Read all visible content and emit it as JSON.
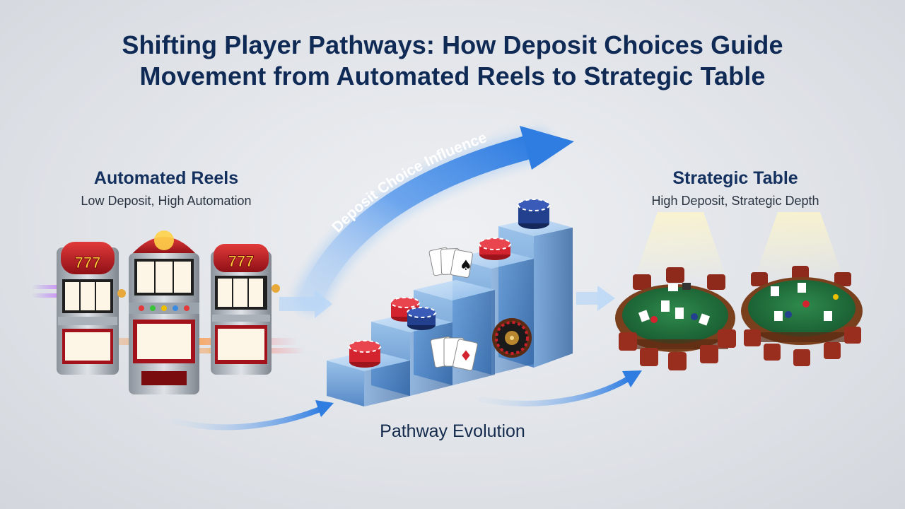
{
  "title": {
    "line1": "Shifting Player Pathways: How Deposit Choices Guide",
    "line2": "Movement from Automated Reels to Strategic Table"
  },
  "left": {
    "heading": "Automated Reels",
    "subheading": "Low Deposit, High Automation"
  },
  "right": {
    "heading": "Strategic Table",
    "subheading": "High Deposit, Strategic Depth"
  },
  "arrow_label": "Deposit Choice Influence",
  "bottom_label": "Pathway Evolution",
  "slot_symbol": "777",
  "colors": {
    "title": "#102a56",
    "accent_arrow": "#2f7de1",
    "felt": "#1f6a3a",
    "table_rim": "#7a3f1c",
    "slot_red": "#c8202a",
    "chip_red": "#d3232e",
    "chip_blue": "#23408e"
  }
}
